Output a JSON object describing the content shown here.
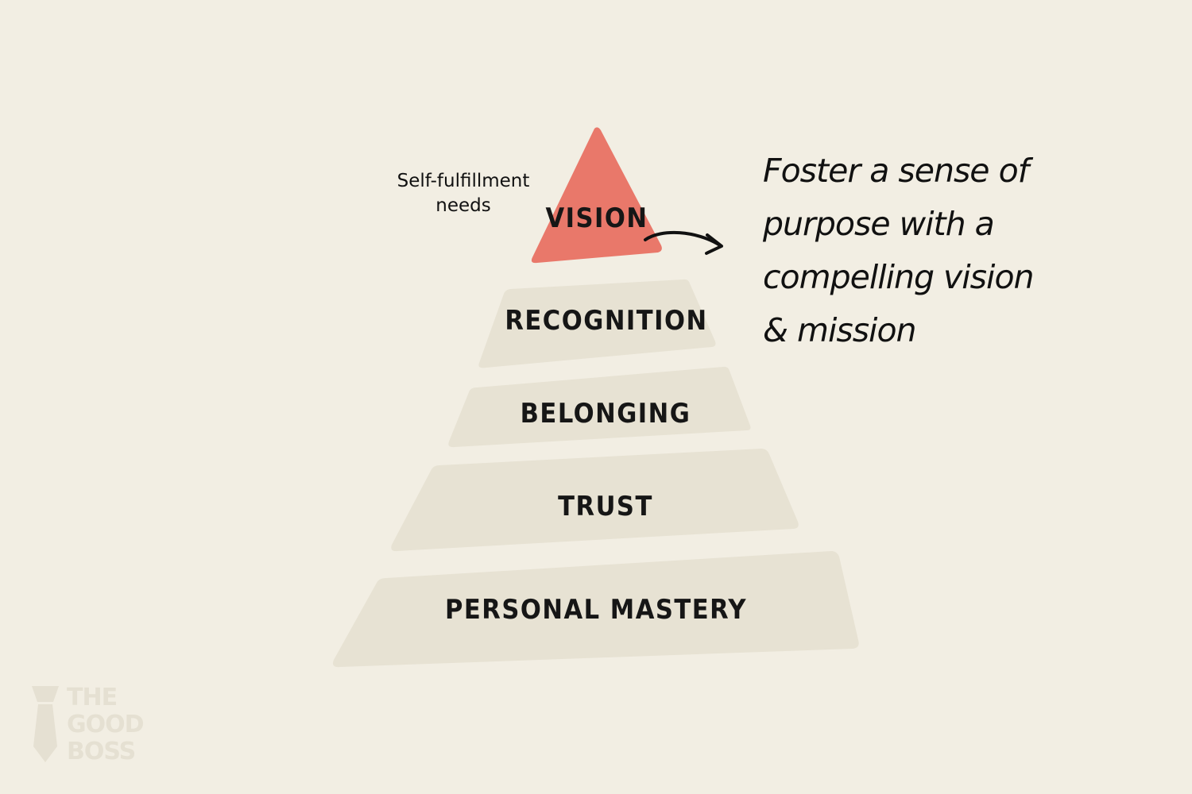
{
  "pyramid": {
    "top_tier": {
      "label": "VISION",
      "color": "#e9786a",
      "side_note": [
        "Self-fulfillment",
        "needs"
      ]
    },
    "tiers": [
      {
        "label": "RECOGNITION"
      },
      {
        "label": "BELONGING"
      },
      {
        "label": "TRUST"
      },
      {
        "label": "PERSONAL MASTERY"
      }
    ],
    "tier_color": "#e7e2d3"
  },
  "callout": {
    "lines": [
      "Foster a sense of",
      "purpose with a",
      "compelling vision",
      "& mission"
    ]
  },
  "logo": {
    "icon": "necktie-icon",
    "lines": [
      "THE",
      "GOOD",
      "BOSS"
    ]
  },
  "colors": {
    "background": "#f2eee3",
    "accent": "#e9786a",
    "tier": "#e7e2d3",
    "logo": "#e5e0d2"
  }
}
